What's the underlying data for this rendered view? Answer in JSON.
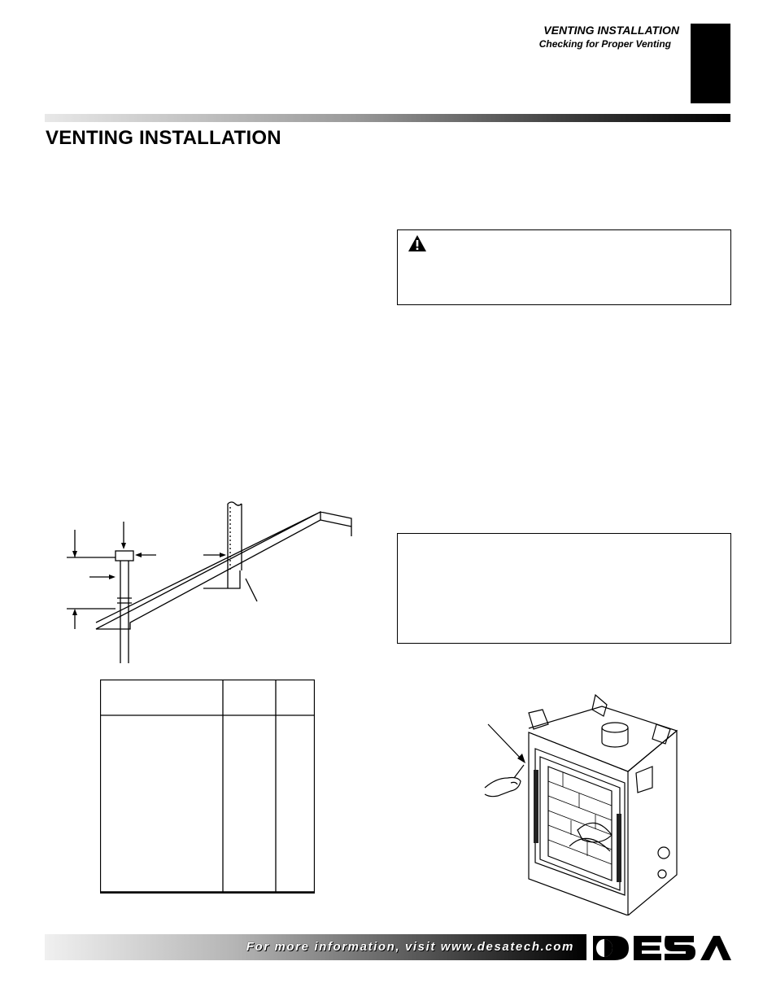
{
  "header": {
    "section": "VENTING INSTALLATION",
    "subsection": "Checking for Proper Venting"
  },
  "page_title": "VENTING INSTALLATION",
  "footer": {
    "info_text": "For more information, visit www.desatech.com",
    "logo_text": "DESA"
  },
  "icons": {
    "warning": "warning-triangle-icon",
    "logo": "desa-logo-icon"
  },
  "colors": {
    "ink": "#000000",
    "paper": "#ffffff"
  }
}
